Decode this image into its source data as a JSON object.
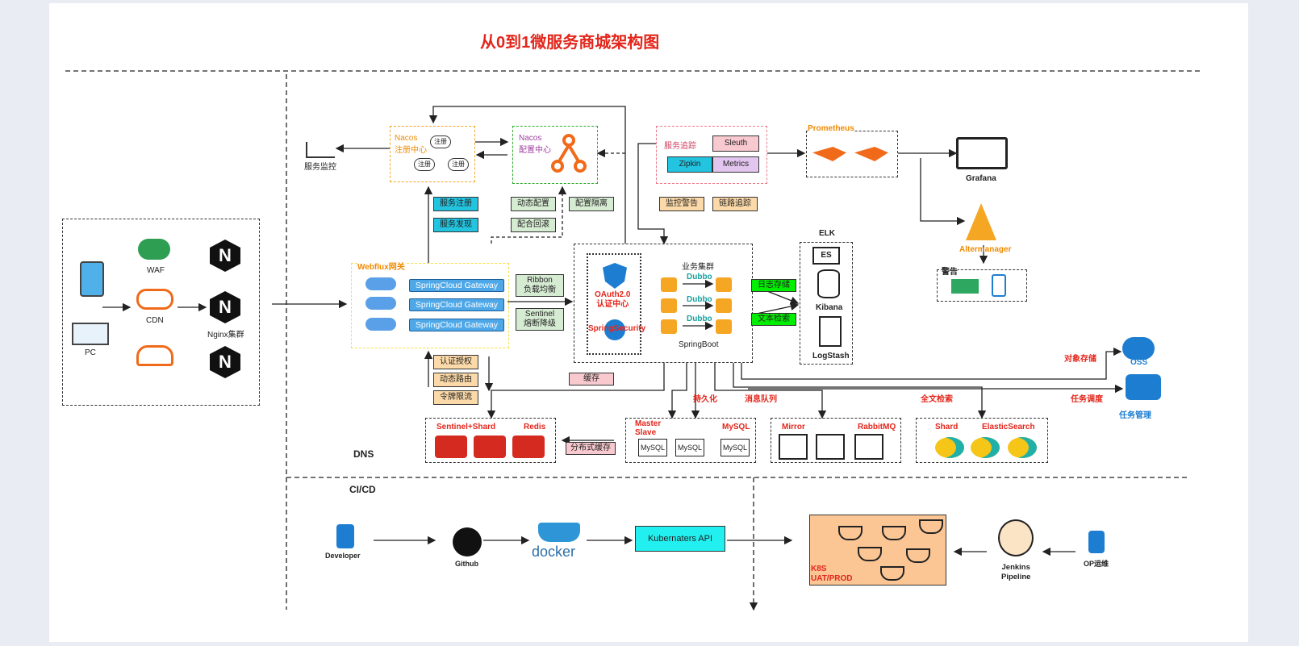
{
  "title": "从0到1微服务商城架构图",
  "client": {
    "waf": "WAF",
    "cdn": "CDN",
    "pc": "PC",
    "nginx": "Nginx集群"
  },
  "dns": "DNS",
  "cicd": "CI/CD",
  "monitor": "服务监控",
  "nacos_reg": {
    "title": "Nacos\n注册中心",
    "badge": "注册"
  },
  "nacos_cfg": {
    "title": "Nacos\n配置中心"
  },
  "tags": {
    "reg": "服务注册",
    "disc": "服务发现",
    "dyn_cfg": "动态配置",
    "cfg_iso": "配置隔离",
    "cfg_rb": "配合回滚",
    "ribbon": "Ribbon\n负载均衡",
    "sentinel": "Sentinel\n熔断降级",
    "auth": "认证授权",
    "route": "动态路由",
    "limit": "令牌限流",
    "cache": "缓存",
    "dist_cache": "分布式缓存",
    "log_store": "日志存储",
    "text_search": "文本检索",
    "mon_alarm": "监控警告",
    "link_trace": "链路追踪"
  },
  "webflux": {
    "title": "Webflux网关",
    "gateway": "SpringCloud Gateway"
  },
  "oauth": {
    "title": "OAuth2.0\n认证中心",
    "sec": "SpringSecurity"
  },
  "biz": {
    "title": "业务集群",
    "dubbo": "Dubbo",
    "boot": "SpringBoot"
  },
  "trace": {
    "title": "服务追踪",
    "sleuth": "Sleuth",
    "zipkin": "Zipkin",
    "metrics": "Metrics"
  },
  "prometheus": "Prometheus",
  "grafana": "Grafana",
  "alert": {
    "title": "Altermanager",
    "warn": "警告"
  },
  "elk": {
    "title": "ELK",
    "es": "ES",
    "kibana": "Kibana",
    "logstash": "LogStash"
  },
  "storage": {
    "obj": "对象存储",
    "oss": "OSS",
    "task_sched": "任务调度",
    "task_mgr": "任务管理",
    "persist": "持久化",
    "mq": "消息队列",
    "fulltext": "全文检索"
  },
  "redis": {
    "l1": "Sentinel+Shard",
    "l2": "Redis"
  },
  "mysql": {
    "l1": "Master\nSlave",
    "l2": "MySQL",
    "icon": "MySQL"
  },
  "rabbit": {
    "l1": "Mirror",
    "l2": "RabbitMQ"
  },
  "es": {
    "l1": "Shard",
    "l2": "ElasticSearch"
  },
  "ci": {
    "dev": "Developer",
    "github": "Github",
    "docker": "docker",
    "k8s_api": "Kubernaters API",
    "k8s": "K8S\nUAT/PROD",
    "jenkins": "Jenkins\nPipeline",
    "op": "OP运维"
  }
}
